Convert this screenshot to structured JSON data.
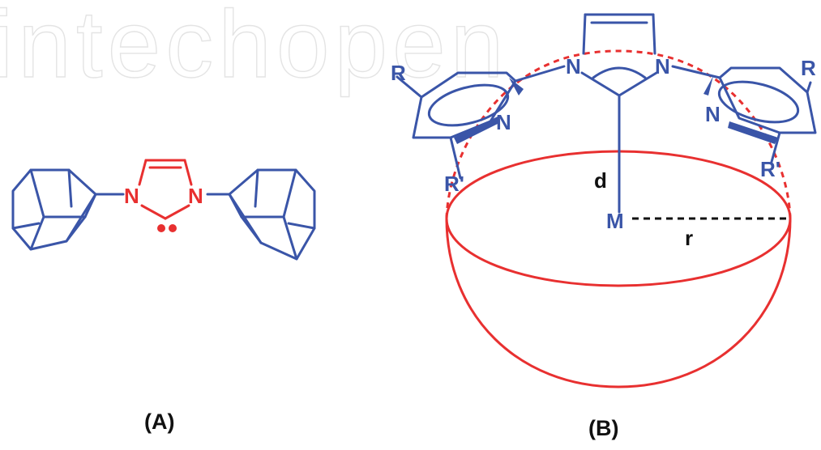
{
  "watermark": "intechopen",
  "colors": {
    "structure": "#3a55a8",
    "highlight": "#e83030",
    "text": "#111111"
  },
  "panel_a": {
    "caption": "(A)",
    "atom_n1": "N",
    "atom_n2": "N"
  },
  "panel_b": {
    "caption": "(B)",
    "atom_n_imidazole_left": "N",
    "atom_n_imidazole_right": "N",
    "atom_n_pyridine_left": "N",
    "atom_n_pyridine_right": "N",
    "substituent_r_left": "R",
    "substituent_r_right": "R",
    "substituent_rprime_left": "R'",
    "substituent_rprime_right": "R'",
    "metal": "M",
    "distance_label": "d",
    "radius_label": "r"
  }
}
